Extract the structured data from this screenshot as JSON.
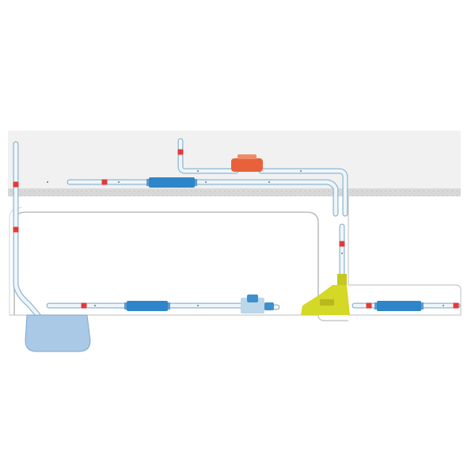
{
  "diagram": {
    "kind": "condensate-pipework-layout",
    "text_labels": [],
    "colors": {
      "background": "#ffffff",
      "ceiling_void": "#f1f1f1",
      "ceiling_slab": "#d9d9d9",
      "room_outline": "#bdbdbd",
      "pipe_fill": "#eef6fb",
      "pipe_stroke": "#8fb6cf",
      "inline_unit_blue": "#2e86c9",
      "pump_orange": "#e8613a",
      "pump_yellow": "#d4d826",
      "valve_red": "#e23a3a",
      "tank_blue": "#a9c9e6",
      "small_pump_blue": "#3f8fcf",
      "flow_arrow": "#6f8fa5"
    },
    "icons": {
      "inline_unit": "inline-cylinder-unit-icon",
      "pump_orange": "condensate-pump-icon",
      "pump_yellow": "tank-pump-icon",
      "valve": "valve-icon",
      "tank": "collection-tank-icon",
      "small_pump": "mini-pump-icon"
    },
    "component_counts": {
      "inline_units": 3,
      "valves": 8,
      "pumps": 3,
      "tanks": 1
    }
  }
}
